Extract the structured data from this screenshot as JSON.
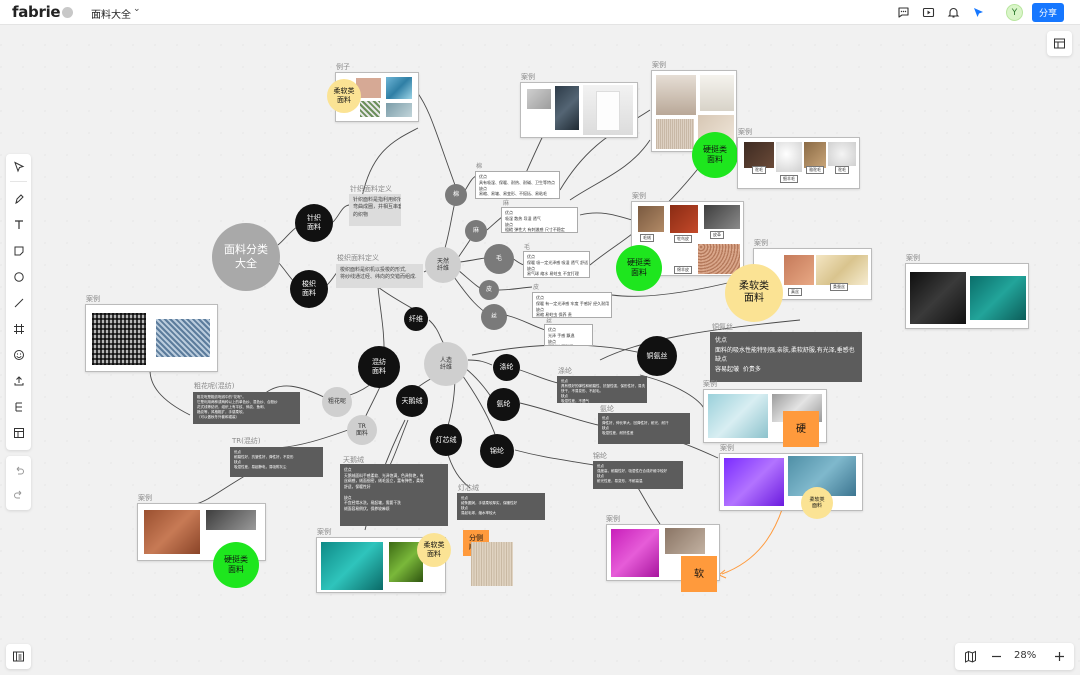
{
  "app": {
    "brand": "fabrie",
    "doc_title": "面料大全",
    "avatar": "Y",
    "share_label": "分享",
    "zoom": "28%"
  },
  "icons": {
    "topbar": [
      "comment-icon",
      "play-icon",
      "bell-icon",
      "cursor-flag-icon"
    ],
    "tools": [
      "select-icon",
      "pen-icon",
      "text-icon",
      "sticky-note-icon",
      "shape-icon",
      "line-icon",
      "frame-icon",
      "emoji-icon",
      "upload-icon",
      "mindmap-icon",
      "template-icon"
    ]
  },
  "colors": {
    "brand_blue": "#1677ff",
    "green": "#1ee61e",
    "yellow": "#fbe394",
    "orange": "#ff9a3c"
  },
  "map": {
    "root": "面料分类\n大全",
    "knit": "针织\n面料",
    "woven": "梭织\n面料",
    "knit_label": "针织面料定义",
    "knit_def": "针织面料是指利用织针将纱线\n弯曲成圈，并相互串套而形成\n的织物",
    "woven_label": "梭织面料定义",
    "woven_def": "梭织面料是织机以投梭的形式,\n将纱线通过经、纬向的交错而组成.",
    "natural": "天然\n纤维",
    "fiber": "纤维",
    "manmade": "人造\n纤维",
    "cotton": "棉",
    "hemp": "麻",
    "wool": "毛",
    "leather": "皮",
    "silk": "丝",
    "blend": "混纺\n面料",
    "coarse": "粗花呢",
    "tr": "TR\n面料",
    "tencel": "天鹅绒",
    "polyester": "涤纶",
    "nylon": "氨纶",
    "corduroy": "灯芯绒",
    "acrylic": "锦纶",
    "cupro": "铜氨丝",
    "cotton_label": "棉",
    "cotton_text": "优点\n具有吸湿、保暖、耐热、耐碱、卫生等特点\n缺点\n易缩、易皱、易变形、不挺括、易粘毛",
    "hemp_label": "麻",
    "hemp_text": "优点\n吸湿 散热 导湿 透气\n缺点\n粗糙 弹性大 有刺激感 尺寸不稳定",
    "wool_label": "毛",
    "wool_text": "优点\n保暖 吸一定光泽感 吸湿 透气 舒适\n缺点\n易气球 缩水 易蛀虫 不宜打理",
    "leather_label": "皮",
    "leather_text": "优点\n保暖 有一定光泽感 牢度 手感好 经久耐用\n缺点\n易缩 易蛀虫 保养 贵",
    "silk_label": "丝",
    "silk_text": "优点\n光泽 手感 飘逸\n缺点\n不耐光 不耐晒",
    "cupro_label": "铜氨丝",
    "cupro_text": "优点\n面料的吸水性能特别强,亲肤,柔软舒服,有光泽,垂感也\n缺点\n容易起皱  价贵多",
    "poly_label": "涤纶",
    "poly_text": "优点\n具有很好的弹性和耐磨性、抗皱性强，保形性好，易洗\n快干，不易变形、不起毛。\n缺点\n吸湿性差，不透气",
    "nylon_label": "氨纶",
    "nylon_text": "优点\n弹性好，伸长率大，回弹性好，耐光、耐汗\n缺点\n吸湿性差，耐热性差",
    "acrylic_label": "锦纶",
    "acrylic_text": "优点\n强度高，耐磨性好，吸湿性在合成纤维中较好\n缺点\n耐光性差，易变形，不耐高温",
    "coarse_label": "粗花呢(混纺)",
    "coarse_text": "粗花呢是粗纺呢绒中的\"花呢\"。\n它是利用两种或两种以上的单色纱、混色纱、合股纱\n花式线等纺织，组织上有平纹、斜纹、鱼刺、\n格纹等，风格粗犷，手感柔软。\n（可以做秋冬外套和裙装）",
    "tr_label": "TR(混纺)",
    "tr_text": "优点\n耐磨性好，抗皱性好，弹性好，不变形\n缺点\n吸湿性差，易起静电，易吸附灰尘",
    "tencel_label": "天鹅绒",
    "tencel_text": "优点\n天鹅绒面料手感柔软、光泽饱满，色泽鲜艳，有\n丝绸感，绒面细密，绒毛竖立，富有弹性，柔软\n舒适，保暖性好\n\n缺点\n不宜经常水洗，易起皱，需要干洗\n绒面容易倒伏，保养较麻烦",
    "corduroy_label": "灯芯绒",
    "corduroy_text": "优点\n绒条圆润，手感柔软厚实，保暖性好\n缺点\n易起毛球，缩水率较大",
    "tag_small": "灯芯绒",
    "case": "案例",
    "satin_label": "例子",
    "soft": "柔软类\n面料",
    "hard": "硬挺类\n面料",
    "hard_sq": "硬",
    "soft_sq": "软",
    "split": "分侧\n顺毛",
    "cap_mohair": "驼毛",
    "cap_cashmere": "羊绒",
    "cap_merino": "羊毛",
    "cap_alpaca": "驼毛",
    "cap_twill": "细羊毛",
    "cap_fur": "毛绒",
    "cap_camel": "骆驼毛",
    "cap_ostrich": "鸵鸟皮",
    "cap_croc": "皮革",
    "cap_sheep": "绵羊皮",
    "cap_satin": "真丝",
    "cap_silk": "桑蚕丝"
  }
}
